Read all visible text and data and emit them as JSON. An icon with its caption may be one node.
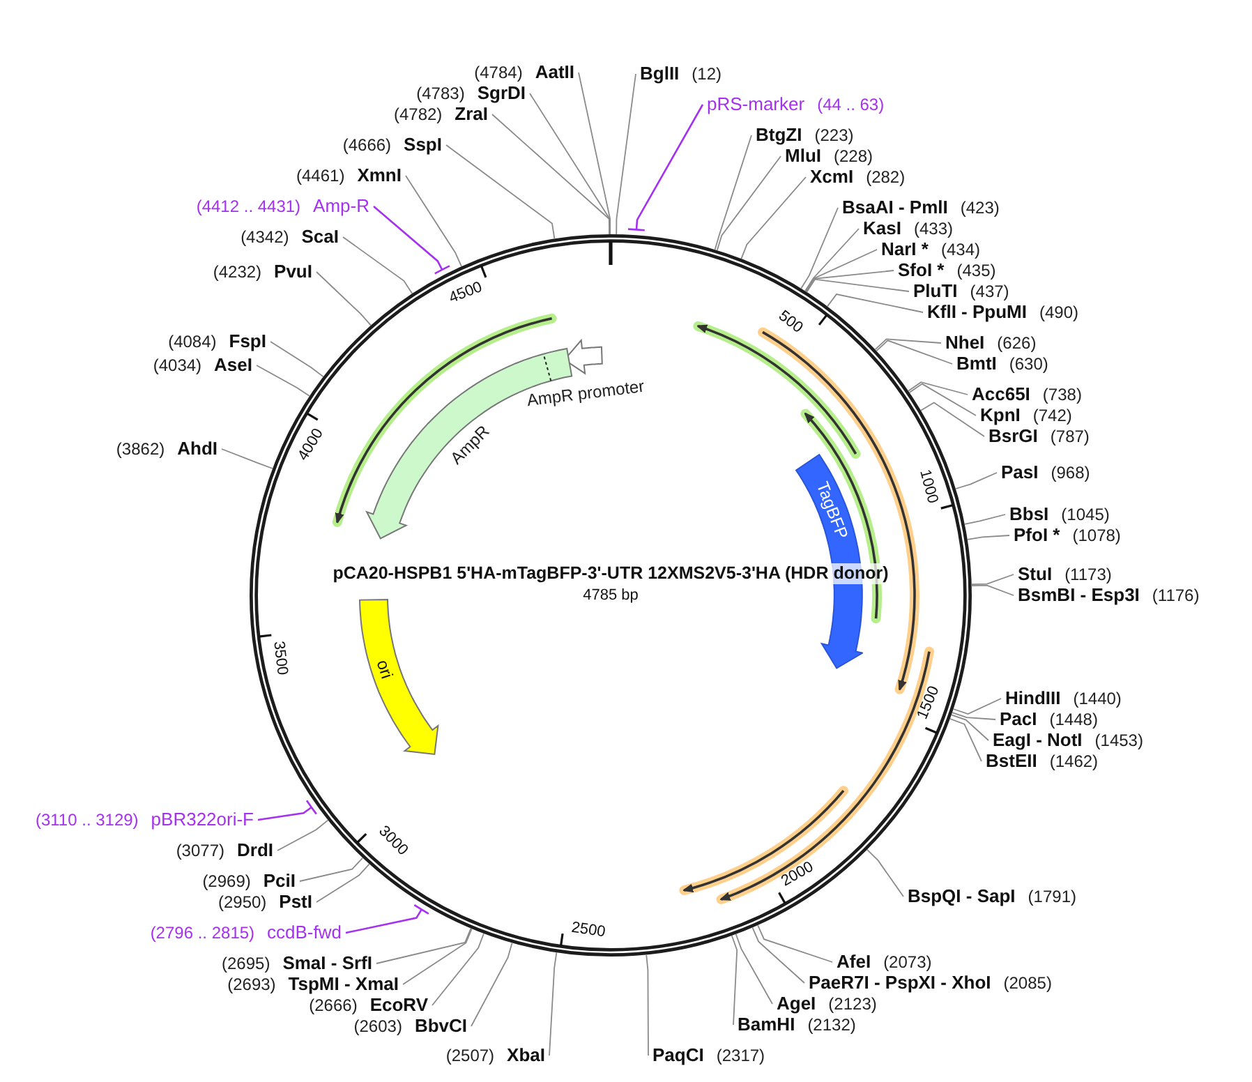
{
  "diagram": {
    "title": "pCA20-HSPB1 5'HA-mTagBFP-3'-UTR 12XMS2V5-3'HA (HDR donor)",
    "nodes": [
      {
        "text": [
          "BglII",
          "(12)"
        ]
      },
      {
        "text": [
          "pRS-marker",
          "(44 .. 63)"
        ]
      },
      {
        "text": [
          "BtgZI",
          "(223)"
        ]
      },
      {
        "text": [
          "MluI",
          "(228)"
        ]
      },
      {
        "text": [
          "XcmI",
          "(282)"
        ]
      },
      {
        "text": [
          "BsaAI - PmlI",
          "(423)"
        ]
      },
      {
        "text": [
          "KasI",
          "(433)"
        ]
      },
      {
        "text": [
          "NarI *",
          "(434)"
        ]
      },
      {
        "text": [
          "SfoI *",
          "(435)"
        ]
      },
      {
        "text": [
          "PluTI",
          "(437)"
        ]
      },
      {
        "text": [
          "KflI - PpuMI",
          "(490)"
        ]
      },
      {
        "text": [
          "NheI",
          "(626)"
        ]
      },
      {
        "text": [
          "BmtI",
          "(630)"
        ]
      },
      {
        "text": [
          "Acc65I",
          "(738)"
        ]
      },
      {
        "text": [
          "KpnI",
          "(742)"
        ]
      },
      {
        "text": [
          "BsrGI",
          "(787)"
        ]
      },
      {
        "text": [
          "PasI",
          "(968)"
        ]
      },
      {
        "text": [
          "BbsI",
          "(1045)"
        ]
      },
      {
        "text": [
          "PfoI *",
          "(1078)"
        ]
      },
      {
        "text": [
          "StuI",
          "(1173)"
        ]
      },
      {
        "text": [
          "BsmBI - Esp3I",
          "(1176)"
        ]
      },
      {
        "text": [
          "HindIII",
          "(1440)"
        ]
      },
      {
        "text": [
          "PacI",
          "(1448)"
        ]
      },
      {
        "text": [
          "EagI - NotI",
          "(1453)"
        ]
      },
      {
        "text": [
          "BstEII",
          "(1462)"
        ]
      },
      {
        "text": [
          "BspQI - SapI",
          "(1791)"
        ]
      },
      {
        "text": [
          "AfeI",
          "(2073)"
        ]
      },
      {
        "text": [
          "PaeR7I - PspXI - XhoI",
          "(2085)"
        ]
      },
      {
        "text": [
          "AgeI",
          "(2123)"
        ]
      },
      {
        "text": [
          "BamHI",
          "(2132)"
        ]
      },
      {
        "text": [
          "PaqCI",
          "(2317)"
        ]
      },
      {
        "text": [
          "(2507)",
          "XbaI"
        ]
      },
      {
        "text": [
          "(2603)",
          "BbvCI"
        ]
      },
      {
        "text": [
          "(2666)",
          "EcoRV"
        ]
      },
      {
        "text": [
          "(2693)",
          "TspMI - XmaI"
        ]
      },
      {
        "text": [
          "(2695)",
          "SmaI - SrfI"
        ]
      },
      {
        "text": [
          "(2796 .. 2815)",
          "ccdB-fwd"
        ]
      },
      {
        "text": [
          "(2950)",
          "PstI"
        ]
      },
      {
        "text": [
          "(2969)",
          "PciI"
        ]
      },
      {
        "text": [
          "(3077)",
          "DrdI"
        ]
      },
      {
        "text": [
          "(3110 .. 3129)",
          "pBR322ori-F"
        ]
      },
      {
        "text": [
          "(3862)",
          "AhdI"
        ]
      },
      {
        "text": [
          "(4034)",
          "AseI"
        ]
      },
      {
        "text": [
          "(4084)",
          "FspI"
        ]
      },
      {
        "text": [
          "(4232)",
          "PvuI"
        ]
      },
      {
        "text": [
          "(4342)",
          "ScaI"
        ]
      },
      {
        "text": [
          "(4412 .. 4431)",
          "Amp-R"
        ]
      },
      {
        "text": [
          "(4461)",
          "XmnI"
        ]
      },
      {
        "text": [
          "(4666)",
          "SspI"
        ]
      },
      {
        "text": [
          "(4782)",
          "ZraI"
        ]
      },
      {
        "text": [
          "(4783)",
          "SgrDI"
        ]
      },
      {
        "text": [
          "(4784)",
          "AatII"
        ]
      },
      {
        "text": [
          "AmpR promoter"
        ]
      },
      {
        "text": [
          "AmpR"
        ]
      },
      {
        "text": [
          "ori"
        ]
      },
      {
        "text": [
          "TagBFP"
        ]
      }
    ],
    "edges": [
      {
        "from": 0,
        "to": null,
        "arrow": "none"
      },
      {
        "from": 1,
        "to": null,
        "arrow": "none",
        "color": "#a531f0"
      },
      {
        "from": 2,
        "to": null,
        "arrow": "none"
      },
      {
        "from": 3,
        "to": null,
        "arrow": "none"
      },
      {
        "from": 4,
        "to": null,
        "arrow": "none"
      },
      {
        "from": 5,
        "to": null,
        "arrow": "none"
      },
      {
        "from": 6,
        "to": null,
        "arrow": "none"
      },
      {
        "from": 7,
        "to": null,
        "arrow": "none"
      },
      {
        "from": 8,
        "to": null,
        "arrow": "none"
      },
      {
        "from": 9,
        "to": null,
        "arrow": "none"
      },
      {
        "from": 10,
        "to": null,
        "arrow": "none"
      },
      {
        "from": 11,
        "to": null,
        "arrow": "none"
      },
      {
        "from": 12,
        "to": null,
        "arrow": "none"
      },
      {
        "from": 13,
        "to": null,
        "arrow": "none"
      },
      {
        "from": 14,
        "to": null,
        "arrow": "none"
      },
      {
        "from": 15,
        "to": null,
        "arrow": "none"
      },
      {
        "from": 16,
        "to": null,
        "arrow": "none"
      },
      {
        "from": 17,
        "to": null,
        "arrow": "none"
      },
      {
        "from": 18,
        "to": null,
        "arrow": "none"
      },
      {
        "from": 19,
        "to": null,
        "arrow": "none"
      },
      {
        "from": 20,
        "to": null,
        "arrow": "none"
      },
      {
        "from": 21,
        "to": null,
        "arrow": "none"
      },
      {
        "from": 22,
        "to": null,
        "arrow": "none"
      },
      {
        "from": 23,
        "to": null,
        "arrow": "none"
      },
      {
        "from": 24,
        "to": null,
        "arrow": "none"
      },
      {
        "from": 25,
        "to": null,
        "arrow": "none"
      },
      {
        "from": 26,
        "to": null,
        "arrow": "none"
      },
      {
        "from": 27,
        "to": null,
        "arrow": "none"
      },
      {
        "from": 28,
        "to": null,
        "arrow": "none"
      },
      {
        "from": 29,
        "to": null,
        "arrow": "none"
      },
      {
        "from": 30,
        "to": null,
        "arrow": "none"
      },
      {
        "from": 31,
        "to": null,
        "arrow": "none"
      },
      {
        "from": 32,
        "to": null,
        "arrow": "none"
      },
      {
        "from": 33,
        "to": null,
        "arrow": "none"
      },
      {
        "from": 34,
        "to": null,
        "arrow": "none"
      },
      {
        "from": 35,
        "to": null,
        "arrow": "none"
      },
      {
        "from": 36,
        "to": null,
        "arrow": "none",
        "color": "#a531f0"
      },
      {
        "from": 37,
        "to": null,
        "arrow": "none"
      },
      {
        "from": 38,
        "to": null,
        "arrow": "none"
      },
      {
        "from": 39,
        "to": null,
        "arrow": "none"
      },
      {
        "from": 40,
        "to": null,
        "arrow": "none",
        "color": "#a531f0"
      },
      {
        "from": 41,
        "to": null,
        "arrow": "none"
      },
      {
        "from": 42,
        "to": null,
        "arrow": "none"
      },
      {
        "from": 43,
        "to": null,
        "arrow": "none"
      },
      {
        "from": 44,
        "to": null,
        "arrow": "none"
      },
      {
        "from": 45,
        "to": null,
        "arrow": "none"
      },
      {
        "from": 46,
        "to": null,
        "arrow": "none",
        "color": "#a531f0"
      },
      {
        "from": 47,
        "to": null,
        "arrow": "none"
      },
      {
        "from": 48,
        "to": null,
        "arrow": "none"
      },
      {
        "from": 49,
        "to": null,
        "arrow": "none"
      },
      {
        "from": 50,
        "to": null,
        "arrow": "none"
      },
      {
        "from": 51,
        "to": null,
        "arrow": "none"
      }
    ],
    "labels": [
      "4785 bp",
      "500",
      "1000",
      "1500",
      "2000",
      "2500",
      "3000",
      "3500",
      "4000",
      "4500"
    ]
  }
}
